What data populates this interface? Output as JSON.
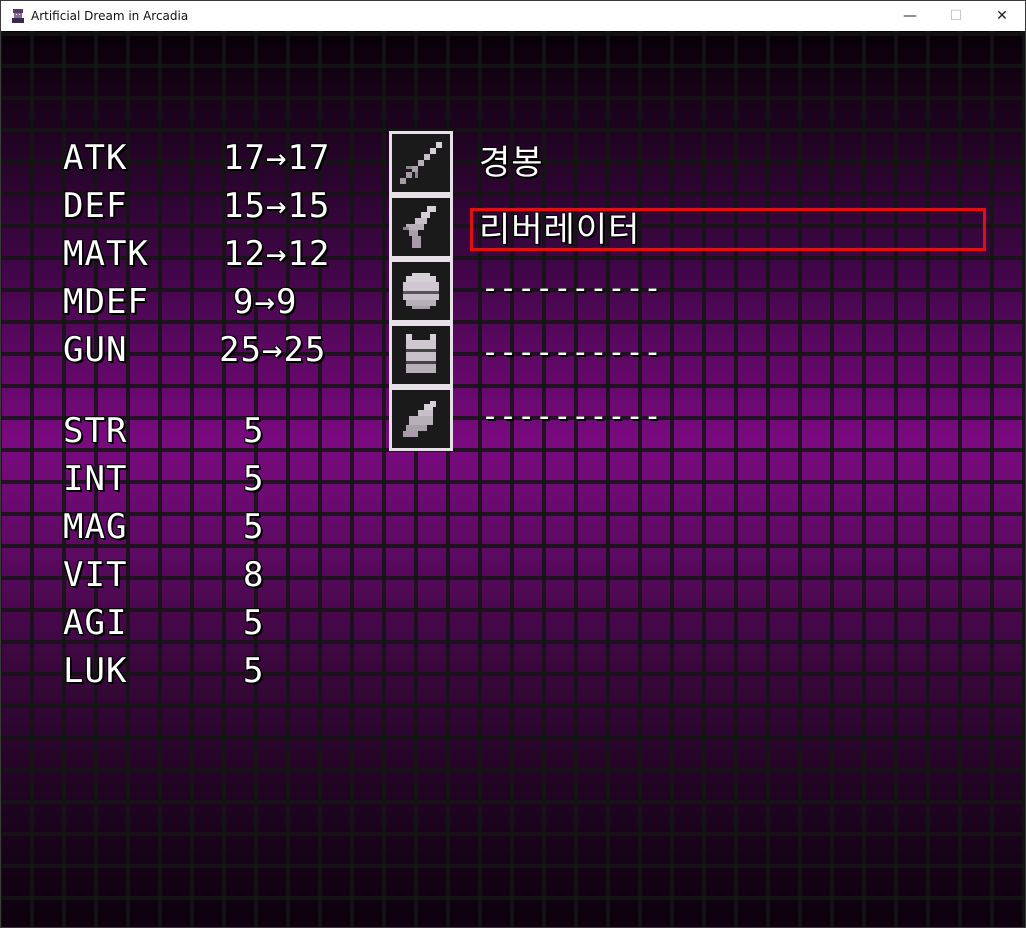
{
  "window": {
    "title": "Artificial Dream in Arcadia",
    "minimize_glyph": "—",
    "maximize_glyph": "☐",
    "close_glyph": "✕"
  },
  "stats": {
    "primary": [
      {
        "label": "ATK",
        "value": "17→17"
      },
      {
        "label": "DEF",
        "value": "15→15"
      },
      {
        "label": "MATK",
        "value": "12→12"
      },
      {
        "label": "MDEF",
        "value": "9→9"
      },
      {
        "label": "GUN",
        "value": "25→25"
      }
    ],
    "attributes": [
      {
        "label": "STR",
        "value": "5"
      },
      {
        "label": "INT",
        "value": "5"
      },
      {
        "label": "MAG",
        "value": "5"
      },
      {
        "label": "VIT",
        "value": "8"
      },
      {
        "label": "AGI",
        "value": "5"
      },
      {
        "label": "LUK",
        "value": "5"
      }
    ]
  },
  "equipment": [
    {
      "slot_icon": "sword-icon",
      "name": "경봉"
    },
    {
      "slot_icon": "gun-icon",
      "name": "리버레이터"
    },
    {
      "slot_icon": "helmet-icon",
      "name": "----------"
    },
    {
      "slot_icon": "armor-icon",
      "name": "----------"
    },
    {
      "slot_icon": "accessory-icon",
      "name": "----------"
    }
  ],
  "selected_slot_index": 1,
  "colors": {
    "cursor": "#e01010",
    "text": "#ffffff",
    "slot_border": "#e8e0e8"
  }
}
